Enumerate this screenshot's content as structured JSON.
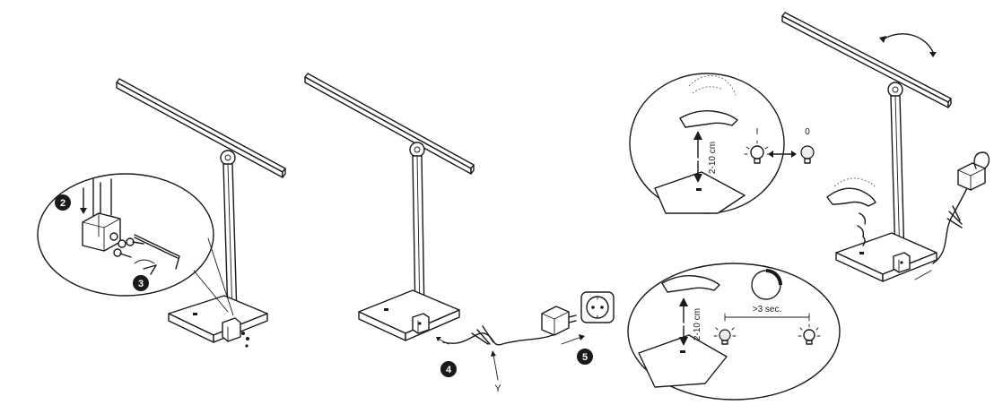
{
  "steps": {
    "step2": "2",
    "step3": "3",
    "step4": "4",
    "step5": "5"
  },
  "labels": {
    "cable": "Y",
    "distance_on": "2-10 cm",
    "distance_dim": "2-10 cm",
    "state_on": "I",
    "state_off": "0",
    "hold_time": ">3 sec."
  },
  "icons": {
    "hand": "hand-icon",
    "bulb_on": "bulb-on-icon",
    "bulb_off": "bulb-off-icon",
    "dimmer": "dimmer-ring-icon",
    "socket": "power-socket-icon",
    "adapter": "power-adapter-icon",
    "hex_key": "hex-key-icon"
  },
  "colors": {
    "line": "#1a1a1a",
    "background": "#ffffff"
  }
}
